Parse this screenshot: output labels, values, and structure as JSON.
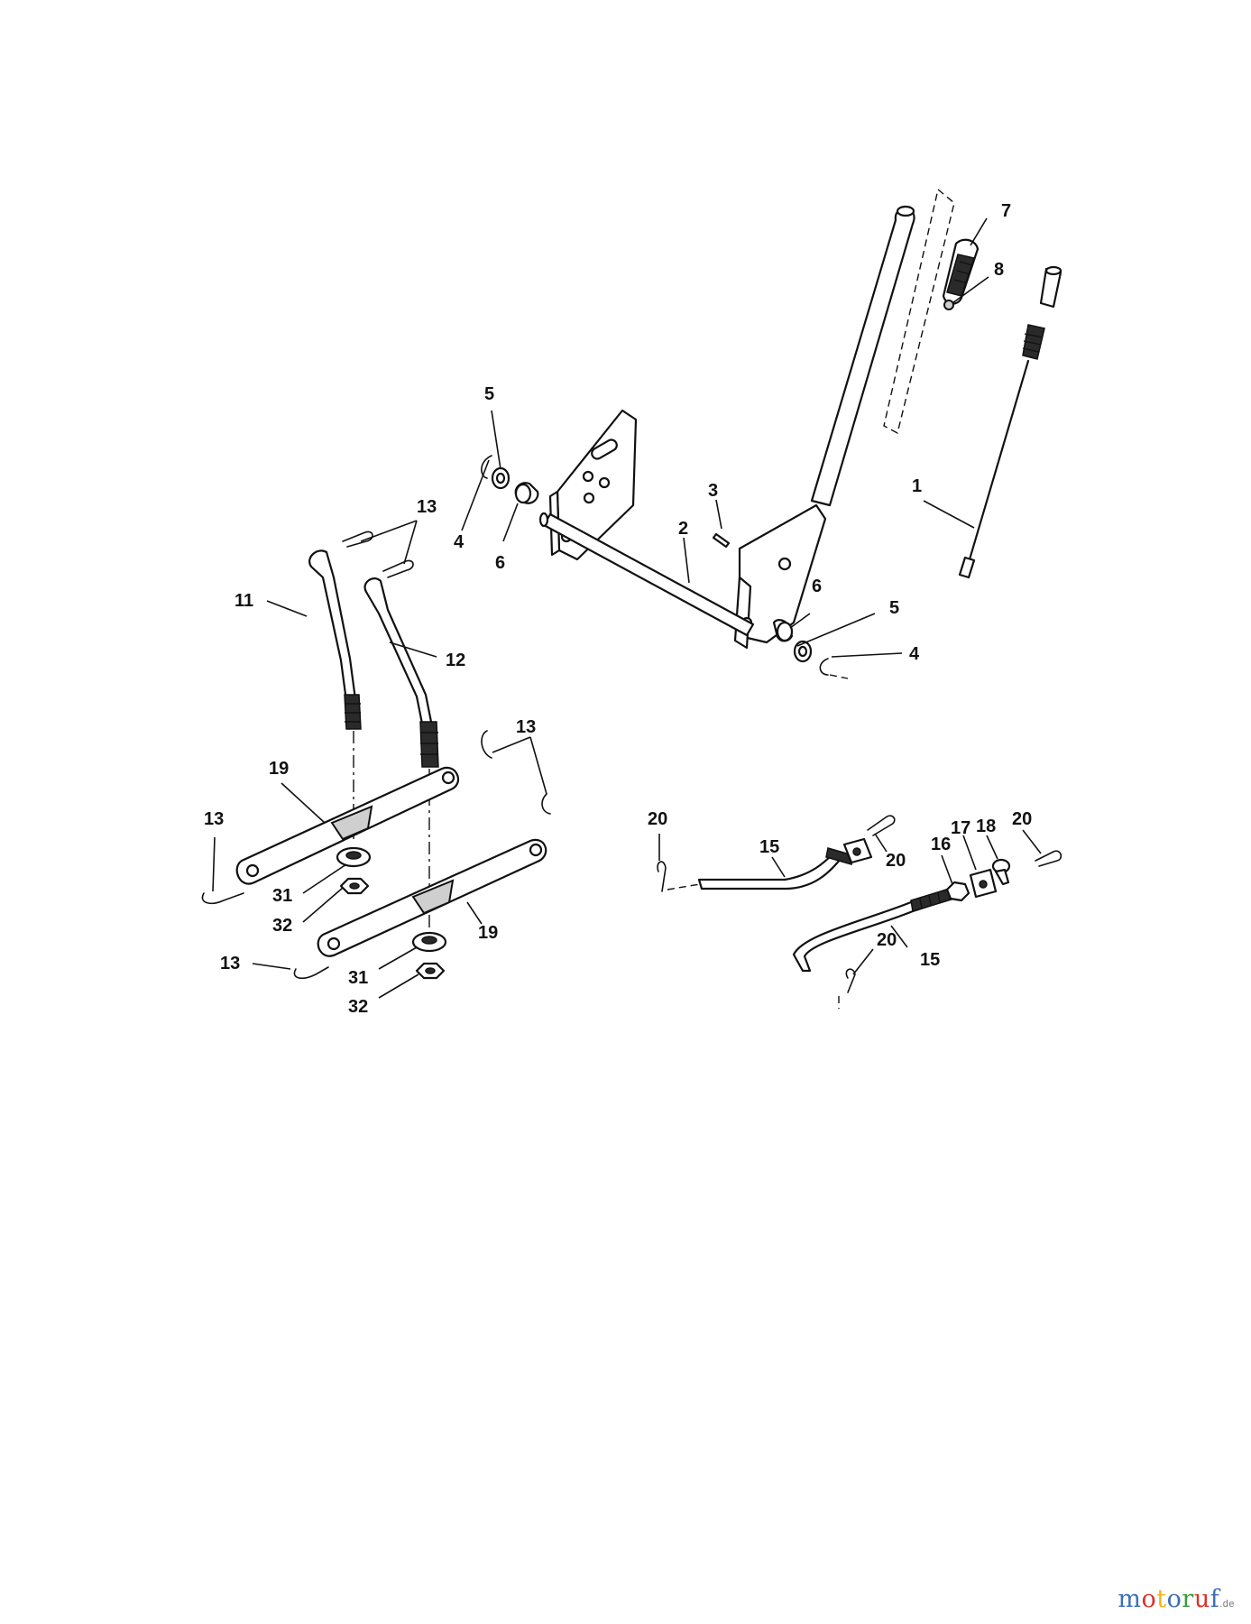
{
  "callouts": {
    "c1": "1",
    "c2": "2",
    "c3": "3",
    "c4a": "4",
    "c4b": "4",
    "c5a": "5",
    "c5b": "5",
    "c6a": "6",
    "c6b": "6",
    "c7": "7",
    "c8": "8",
    "c11": "11",
    "c12": "12",
    "c13a": "13",
    "c13b": "13",
    "c13c": "13",
    "c13d": "13",
    "c15a": "15",
    "c15b": "15",
    "c16": "16",
    "c17": "17",
    "c18": "18",
    "c19a": "19",
    "c19b": "19",
    "c20a": "20",
    "c20b": "20",
    "c20c": "20",
    "c20d": "20",
    "c31a": "31",
    "c31b": "31",
    "c32a": "32",
    "c32b": "32"
  },
  "watermark": {
    "letters": [
      "m",
      "o",
      "t",
      "o",
      "r",
      "u",
      "f"
    ],
    "colors": [
      "#3b6fb6",
      "#d9332b",
      "#f0b418",
      "#3b6fb6",
      "#3a9a3c",
      "#d9332b",
      "#3b6fb6"
    ],
    "suffix": ".de"
  }
}
